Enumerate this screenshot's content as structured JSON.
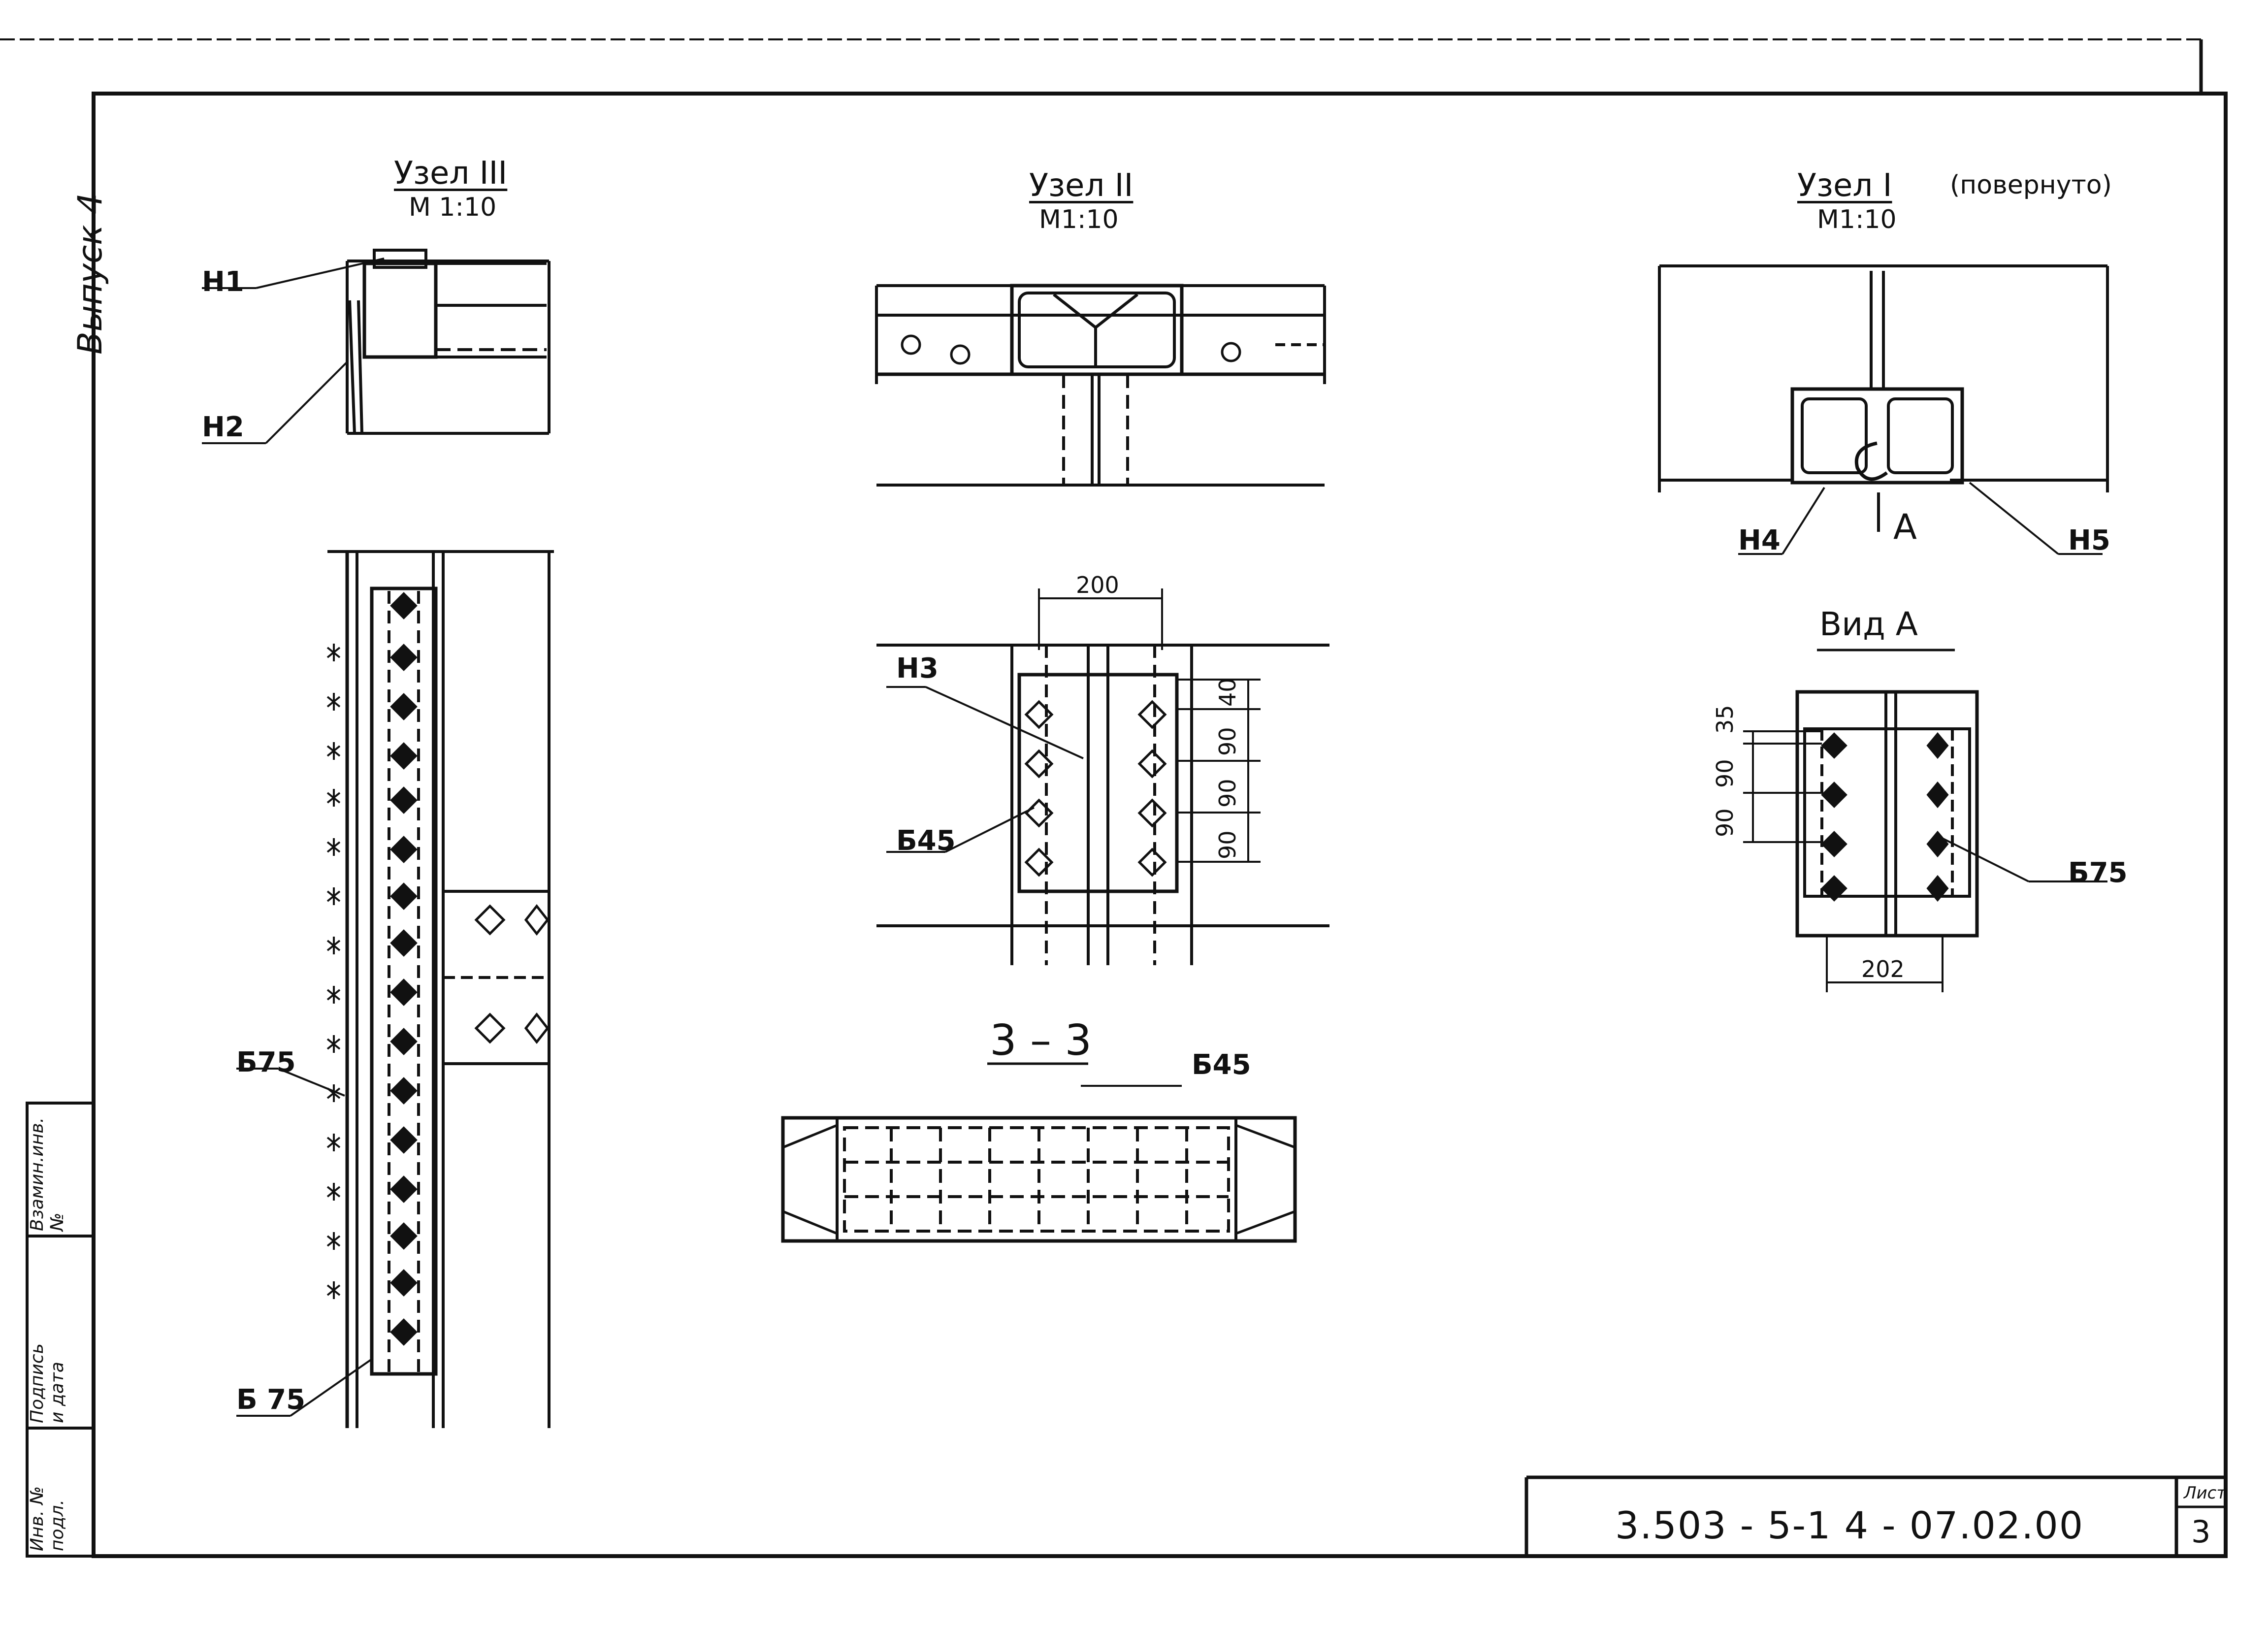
{
  "side_title": "Выпуск 4",
  "stamp": {
    "inv_no": "Инв. № подл.",
    "sign_date": "Подпись и дата",
    "replace_inv": "Взамин.инв.№"
  },
  "uzel3": {
    "title": "Узел  III",
    "scale": "М 1:10"
  },
  "uzel2": {
    "title": "Узел  II",
    "scale": "М1:10"
  },
  "uzel1": {
    "title": "Узел  I",
    "note": "(повернуто)",
    "scale": "М1:10"
  },
  "marks": {
    "n1": "Н1",
    "n2": "Н2",
    "n3": "Н3",
    "n4": "Н4",
    "n5": "Н5",
    "b75_a": "Б75",
    "b75_b": "Б 75",
    "b75_c": "Б75",
    "b45_a": "Б45",
    "b45_b": "Б45",
    "arrow_a": "А"
  },
  "dims": {
    "d200": "200",
    "d40": "40",
    "d90_1": "90",
    "d90_2": "90",
    "d90_3": "90",
    "d35": "35",
    "d90_4": "90",
    "d90_5": "90",
    "d202": "202"
  },
  "section33": "3 – 3",
  "view_a": "Вид А",
  "title_block": {
    "code": "3.503 - 5-1  4 - 07.02.00",
    "sheet_label": "Лист",
    "sheet_no": "3"
  }
}
